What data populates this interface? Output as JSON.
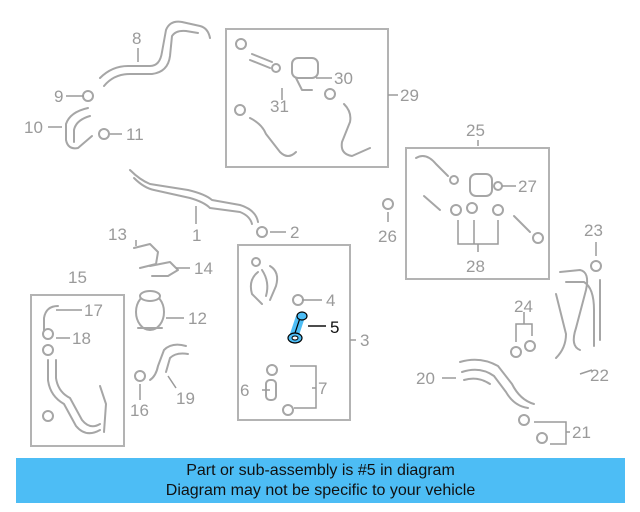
{
  "diagram": {
    "callouts": [
      "1",
      "2",
      "3",
      "4",
      "5",
      "6",
      "7",
      "8",
      "9",
      "10",
      "11",
      "12",
      "13",
      "14",
      "15",
      "16",
      "17",
      "18",
      "19",
      "20",
      "21",
      "22",
      "23",
      "24",
      "25",
      "26",
      "27",
      "28",
      "29",
      "30",
      "31"
    ],
    "highlighted_callout": "5",
    "highlight_color": "#4dbdf5"
  },
  "banner": {
    "line1": "Part or sub-assembly is #5 in diagram",
    "line2": "Diagram may not be specific to your vehicle",
    "background": "#4dbdf5"
  }
}
